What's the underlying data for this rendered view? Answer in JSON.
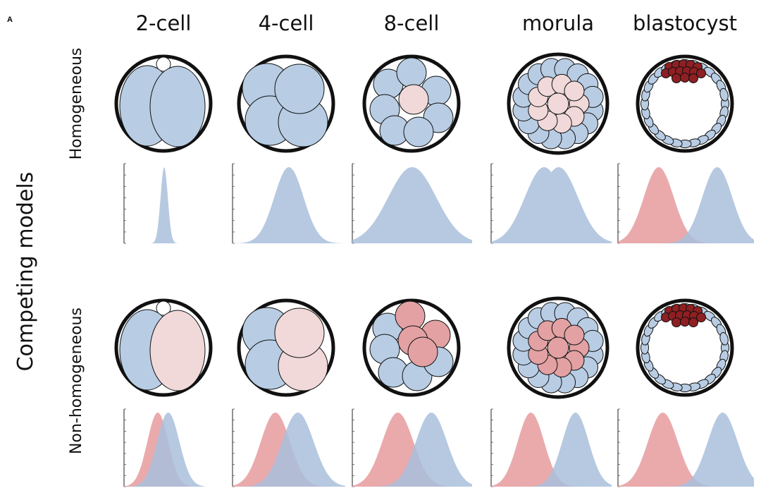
{
  "panel_letter": "A",
  "side_title": "Competing models",
  "stages": [
    "2-cell",
    "4-cell",
    "8-cell",
    "morula",
    "blastocyst"
  ],
  "rows": [
    {
      "label": "Homogeneous",
      "histograms": [
        {
          "stage": "2-cell",
          "distributions": [
            {
              "population": "blue",
              "center": 0.5,
              "spread": 0.045
            }
          ]
        },
        {
          "stage": "4-cell",
          "distributions": [
            {
              "population": "blue",
              "center": 0.5,
              "spread": 0.13
            }
          ]
        },
        {
          "stage": "8-cell",
          "distributions": [
            {
              "population": "blue",
              "center": 0.5,
              "spread": 0.2
            }
          ]
        },
        {
          "stage": "morula",
          "distributions": [
            {
              "population": "blue",
              "center": 0.44,
              "spread": 0.16
            },
            {
              "population": "blue",
              "center": 0.56,
              "spread": 0.16
            }
          ]
        },
        {
          "stage": "blastocyst",
          "distributions": [
            {
              "population": "red",
              "center": 0.3,
              "spread": 0.11
            },
            {
              "population": "blue",
              "center": 0.73,
              "spread": 0.11
            }
          ]
        }
      ]
    },
    {
      "label": "Non-homogeneous",
      "histograms": [
        {
          "stage": "2-cell",
          "distributions": [
            {
              "population": "red",
              "center": 0.42,
              "spread": 0.13
            },
            {
              "population": "blue",
              "center": 0.55,
              "spread": 0.14
            }
          ]
        },
        {
          "stage": "4-cell",
          "distributions": [
            {
              "population": "red",
              "center": 0.38,
              "spread": 0.13
            },
            {
              "population": "blue",
              "center": 0.58,
              "spread": 0.14
            }
          ]
        },
        {
          "stage": "8-cell",
          "distributions": [
            {
              "population": "red",
              "center": 0.38,
              "spread": 0.13
            },
            {
              "population": "blue",
              "center": 0.66,
              "spread": 0.13
            }
          ]
        },
        {
          "stage": "morula",
          "distributions": [
            {
              "population": "red",
              "center": 0.33,
              "spread": 0.11
            },
            {
              "population": "blue",
              "center": 0.7,
              "spread": 0.11
            }
          ]
        },
        {
          "stage": "blastocyst",
          "distributions": [
            {
              "population": "red",
              "center": 0.33,
              "spread": 0.11
            },
            {
              "population": "blue",
              "center": 0.77,
              "spread": 0.11
            }
          ]
        }
      ]
    }
  ],
  "colors": {
    "blue_cell": "#b8cde4",
    "pink_cell": "#f1d9d9",
    "red_cell": "#e3a1a3",
    "icm_cell": "#8e1f22",
    "blue_curve": "#a9c0dc",
    "red_curve": "#e69b9d",
    "outline": "#111111"
  }
}
